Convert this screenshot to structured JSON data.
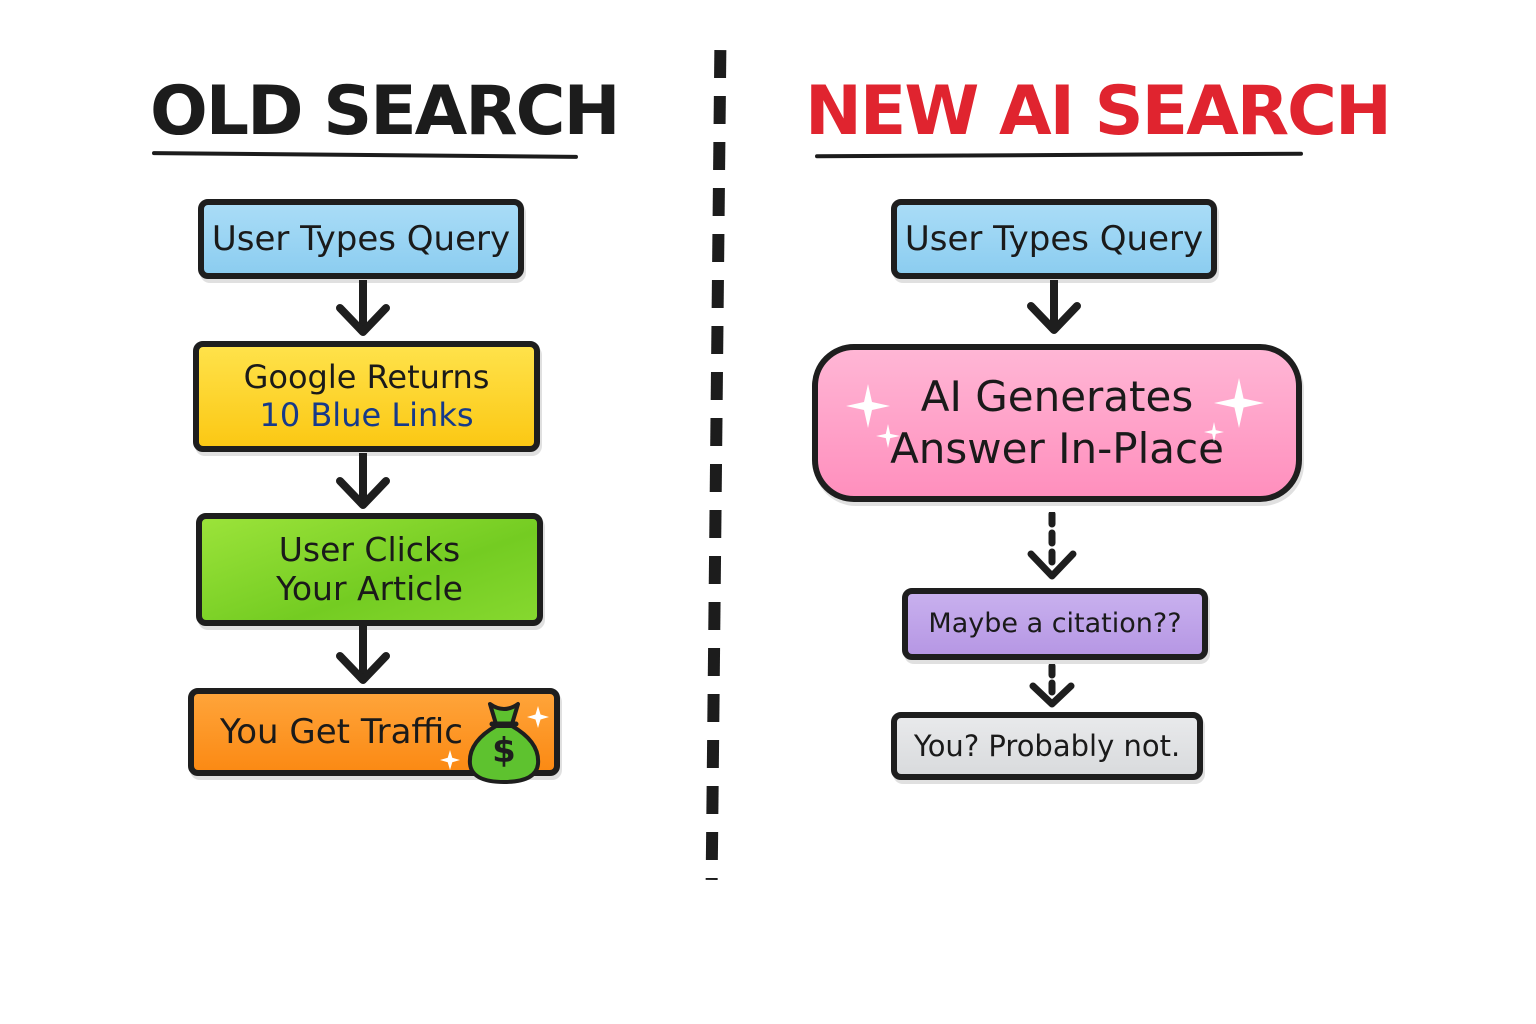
{
  "old": {
    "title": "OLD SEARCH",
    "steps": [
      {
        "line1": "User Types Query"
      },
      {
        "line1": "Google Returns",
        "line2": "10 Blue Links"
      },
      {
        "line1": "User Clicks",
        "line2": "Your Article"
      },
      {
        "line1": "You Get Traffic"
      }
    ],
    "bag_symbol": "$"
  },
  "new": {
    "title": "NEW AI SEARCH",
    "steps": [
      {
        "line1": "User Types Query"
      },
      {
        "line1": "AI Generates",
        "line2": "Answer In-Place"
      },
      {
        "line1": "Maybe a citation??"
      },
      {
        "line1": "You? Probably not."
      }
    ]
  },
  "colors": {
    "title_new": "#e0242f",
    "blue_box": "#8ccdf0",
    "yellow_box": "#fbc814",
    "green_box": "#74cc22",
    "orange_box": "#fb8a14",
    "pink_box": "#ff8fbd",
    "purple_box": "#b697e4",
    "gray_box": "#d9dbdd",
    "blue_link_text": "#163a8a"
  },
  "icons": [
    "down-arrow-icon",
    "dashed-down-arrow-icon",
    "sparkle-icon",
    "money-bag-icon"
  ]
}
